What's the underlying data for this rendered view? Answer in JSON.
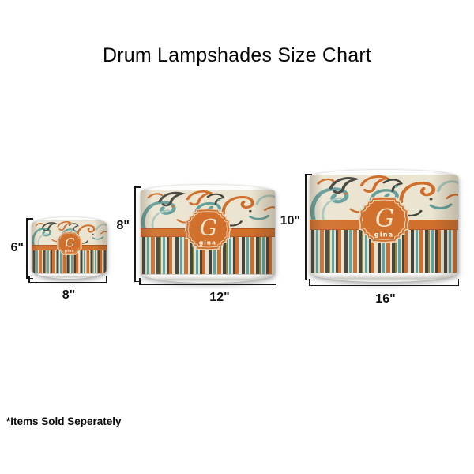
{
  "title": "Drum Lampshades Size Chart",
  "footnote": "*Items Sold Seperately",
  "monogram": {
    "initial": "G",
    "name": "gina"
  },
  "pattern_colors": {
    "orange": "#d0702c",
    "teal": "#649f9b",
    "light_teal": "#a9c6bb",
    "charcoal": "#45453d",
    "cream": "#ebe4d1",
    "olive": "#8a8a45"
  },
  "lampshades": [
    {
      "size": "small",
      "height_label": "6\"",
      "width_label": "8\""
    },
    {
      "size": "medium",
      "height_label": "8\"",
      "width_label": "12\""
    },
    {
      "size": "large",
      "height_label": "10\"",
      "width_label": "16\""
    }
  ]
}
